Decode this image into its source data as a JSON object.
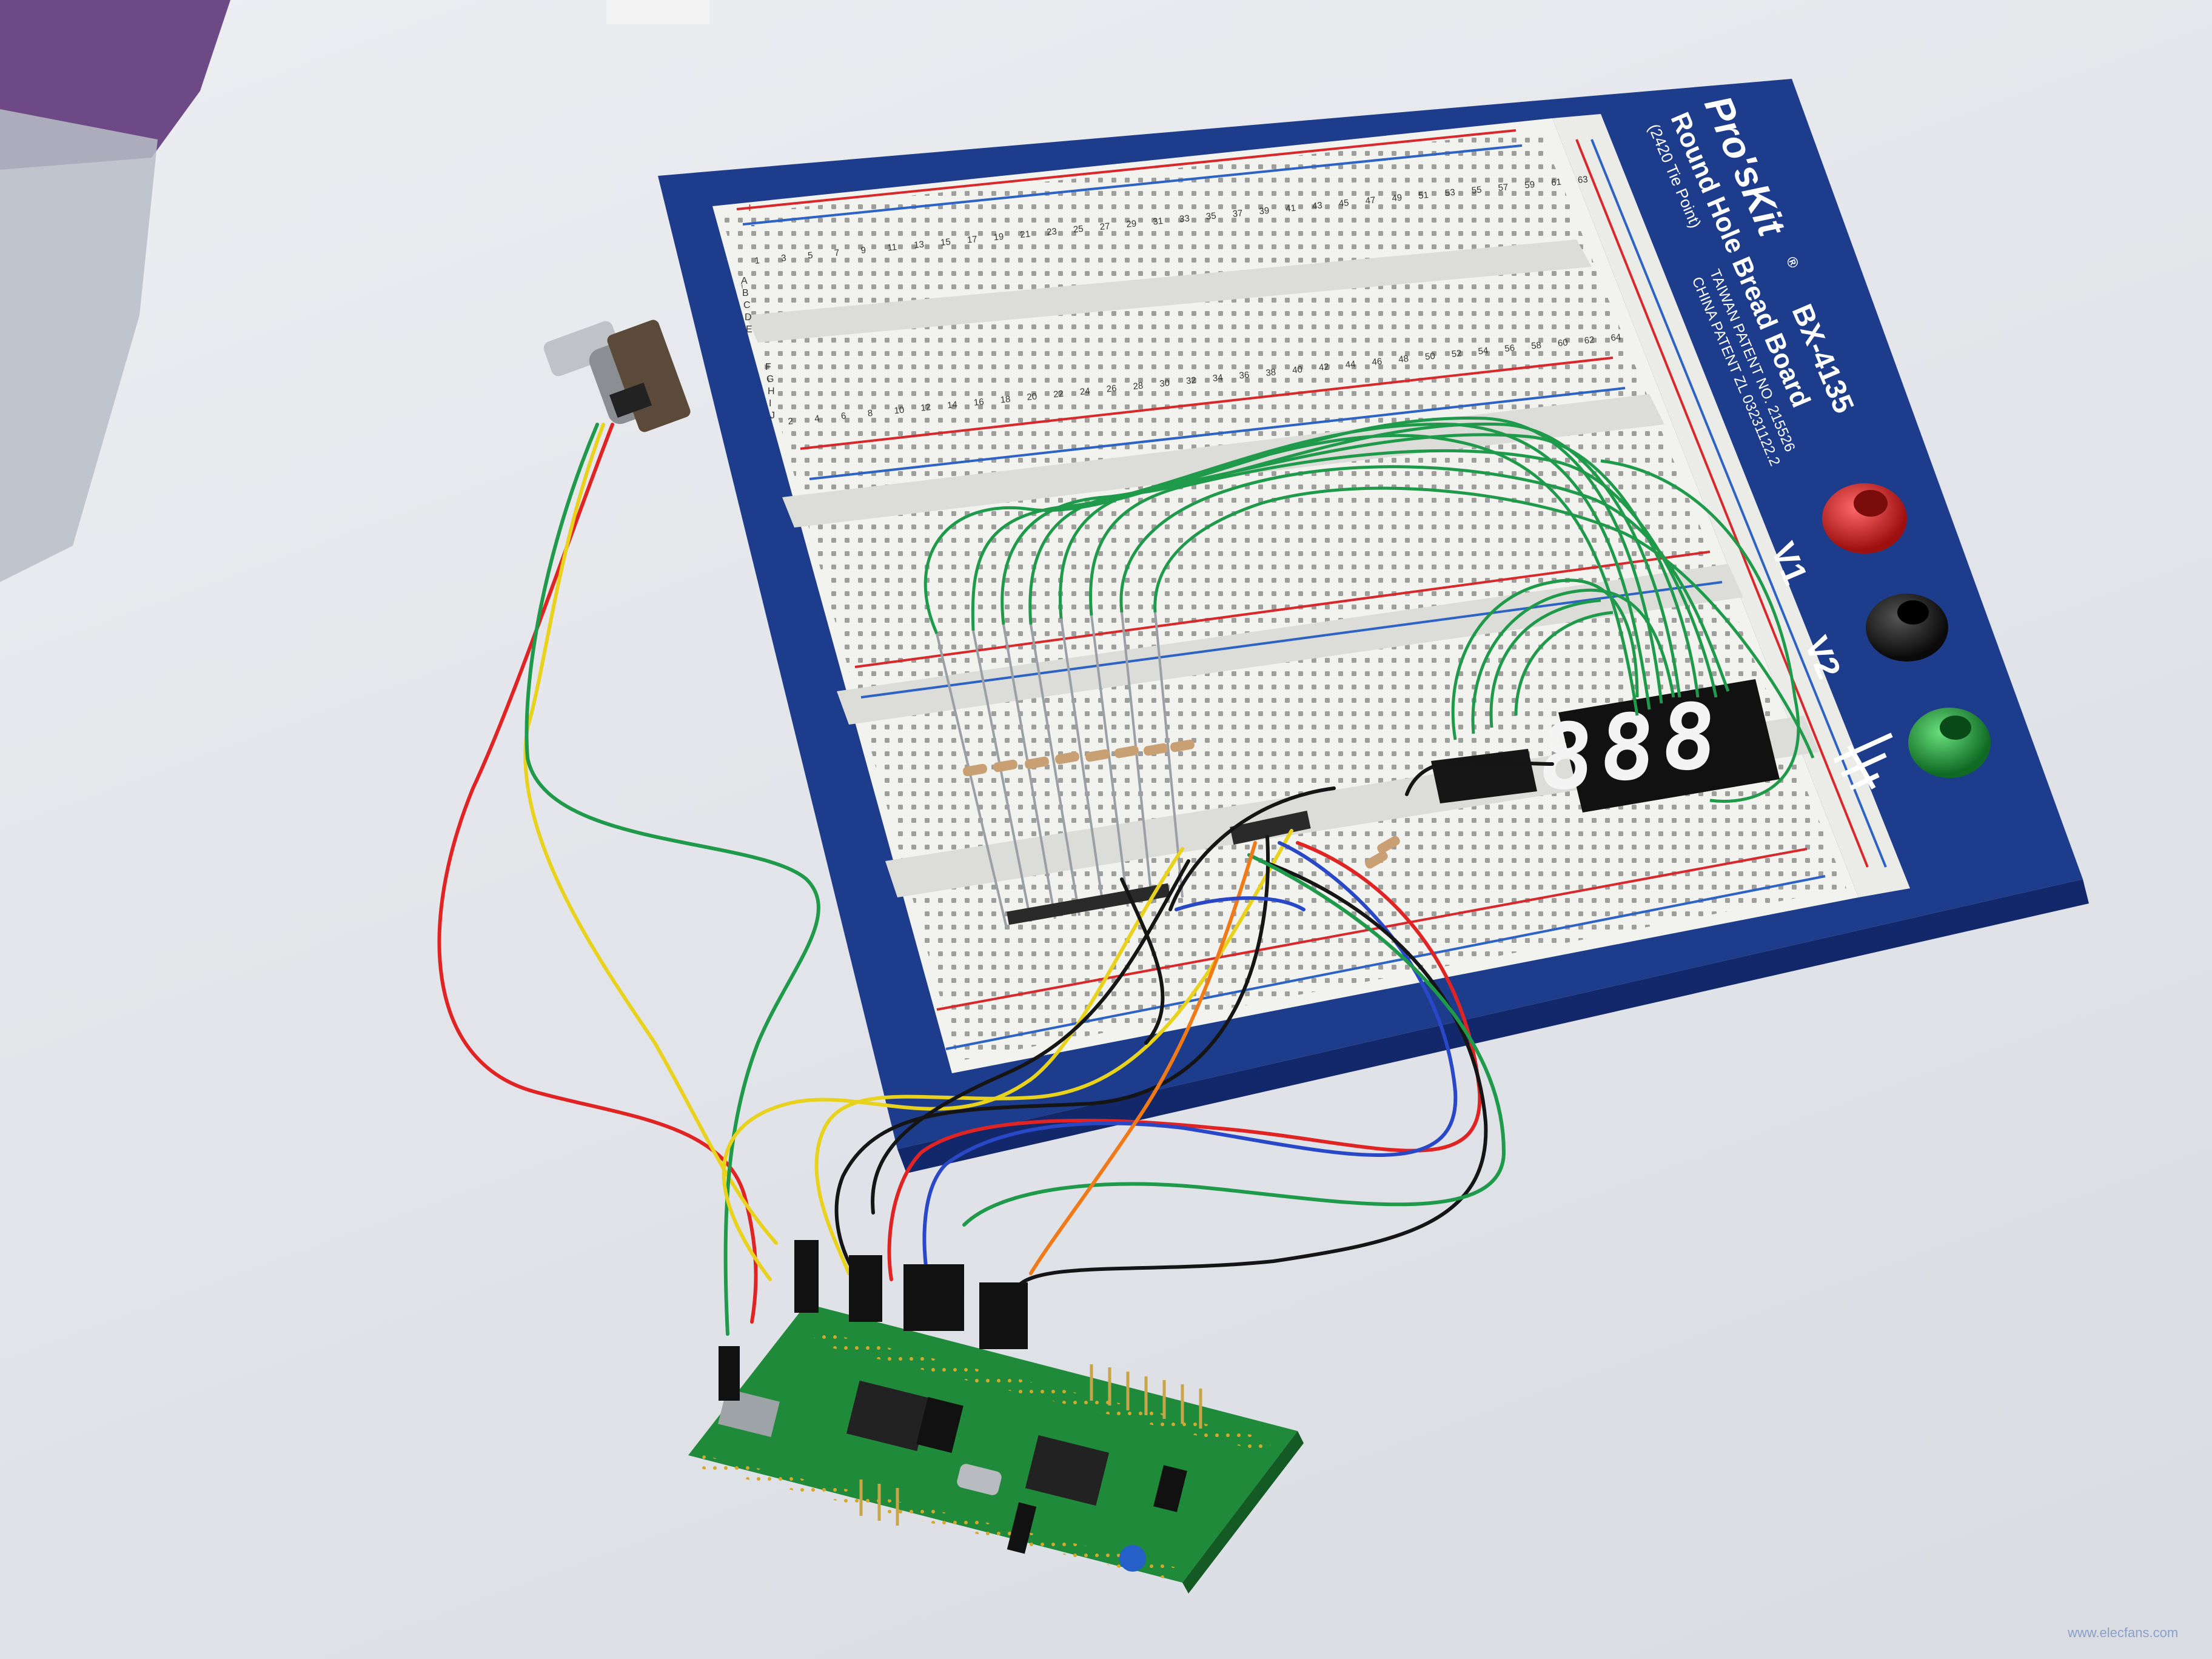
{
  "breadboard": {
    "brand": "Pro'sKit",
    "registered_mark": "®",
    "model": "BX-4135",
    "title": "Round Hole Bread Board",
    "tie_points": "(2420 Tie Point)",
    "patent_taiwan": "TAIWAN PATENT NO. 215526",
    "patent_china": "CHINA PATENT ZL 03231122.2",
    "terminal_v1": "V1",
    "terminal_v2": "V2",
    "rail_plus": "+",
    "rail_minus": "-",
    "row_letters_top": [
      "A",
      "B",
      "C",
      "D",
      "E"
    ],
    "row_letters_bottom": [
      "F",
      "G",
      "H",
      "I",
      "J"
    ],
    "odd_columns": [
      "1",
      "3",
      "5",
      "7",
      "9",
      "11",
      "13",
      "15",
      "17",
      "19",
      "21",
      "23",
      "25",
      "27",
      "29",
      "31",
      "33",
      "35",
      "37",
      "39",
      "41",
      "43",
      "45",
      "47",
      "49",
      "51",
      "53",
      "55",
      "57",
      "59",
      "61",
      "63"
    ],
    "even_columns": [
      "2",
      "4",
      "6",
      "8",
      "10",
      "12",
      "14",
      "16",
      "18",
      "20",
      "22",
      "24",
      "26",
      "28",
      "30",
      "32",
      "34",
      "36",
      "38",
      "40",
      "42",
      "44",
      "46",
      "48",
      "50",
      "52",
      "54",
      "56",
      "58",
      "60",
      "62",
      "64"
    ]
  },
  "display": {
    "digits": [
      "8",
      "8",
      "8"
    ],
    "segment_color": "#ffffff",
    "body_color": "#111111"
  },
  "colors": {
    "board_frame": "#1e3c8c",
    "breadboard_plastic": "#f2f2ef",
    "rail_red": "#d8282c",
    "rail_blue": "#2c63c4",
    "pcb_green": "#1f8a3a",
    "terminal_red": "#c81e1e",
    "terminal_black": "#1a1a1a",
    "terminal_green": "#22a03c",
    "wire_green": "#1e9a4a",
    "wire_yellow": "#e8d21c",
    "wire_red": "#e02424",
    "wire_black": "#151515",
    "wire_blue": "#2848c8",
    "wire_orange": "#f07a18"
  },
  "icons": [
    "ground-symbol-icon"
  ],
  "watermark": "www.elecfans.com"
}
